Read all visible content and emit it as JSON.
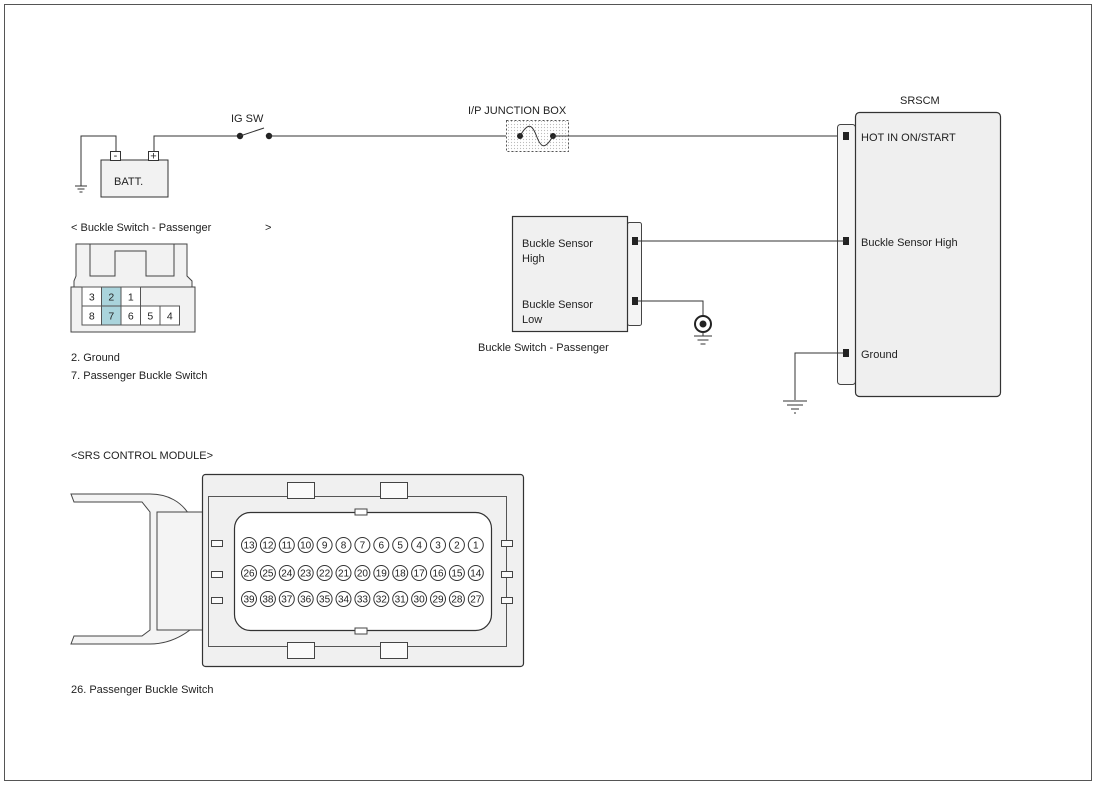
{
  "battery": {
    "label": "BATT.",
    "neg": "-",
    "pos": "+"
  },
  "ig_switch": {
    "label": "IG SW"
  },
  "junction_box": {
    "label": "I/P JUNCTION BOX"
  },
  "srscm": {
    "title": "SRSCM",
    "pins": [
      "HOT IN ON/START",
      "Buckle Sensor High",
      "Ground"
    ]
  },
  "buckle_sensor": {
    "high_line1": "Buckle Sensor",
    "high_line2": "High",
    "low_line1": "Buckle Sensor",
    "low_line2": "Low",
    "caption": "Buckle Switch - Passenger"
  },
  "buckle_connector": {
    "title": "< Buckle Switch - Passenger",
    "title_end": ">",
    "top_pins": [
      "3",
      "2",
      "1"
    ],
    "bottom_pins": [
      "8",
      "7",
      "6",
      "5",
      "4"
    ],
    "highlight_color": "#aad4dc",
    "notes": [
      "2. Ground",
      "7. Passenger Buckle Switch"
    ]
  },
  "srs_connector": {
    "title": "<SRS CONTROL MODULE>",
    "rows": [
      [
        "13",
        "12",
        "11",
        "10",
        "9",
        "8",
        "7",
        "6",
        "5",
        "4",
        "3",
        "2",
        "1"
      ],
      [
        "26",
        "25",
        "24",
        "23",
        "22",
        "21",
        "20",
        "19",
        "18",
        "17",
        "16",
        "15",
        "14"
      ],
      [
        "39",
        "38",
        "37",
        "36",
        "35",
        "34",
        "33",
        "32",
        "31",
        "30",
        "29",
        "28",
        "27"
      ]
    ],
    "highlight_pin": "26",
    "note": "26. Passenger Buckle Switch"
  }
}
